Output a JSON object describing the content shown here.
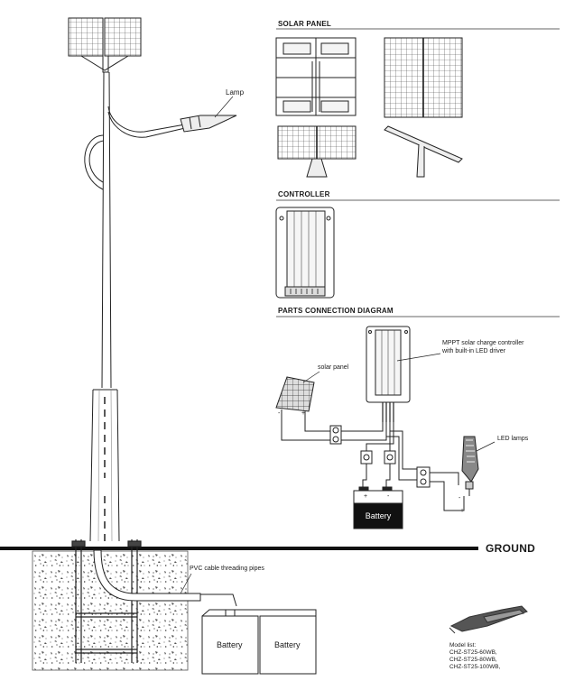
{
  "sections": {
    "solar_panel": "SOLAR PANEL",
    "controller": "CONTROLLER",
    "connection": "PARTS CONNECTION DIAGRAM"
  },
  "labels": {
    "lamp": "Lamp",
    "solar_panel_small": "solar panel",
    "controller_desc_1": "MPPT solar charge controller",
    "controller_desc_2": "with built-in LED driver",
    "led_lamps": "LED lamps",
    "battery": "Battery",
    "ground": "GROUND",
    "pvc": "PVC cable threading pipes",
    "plus": "+",
    "minus": "-"
  },
  "models": {
    "title": "Model list:",
    "items": [
      "CHZ-ST25-60WB,",
      "CHZ-ST25-80WB,",
      "CHZ-ST25-100WB,"
    ]
  }
}
